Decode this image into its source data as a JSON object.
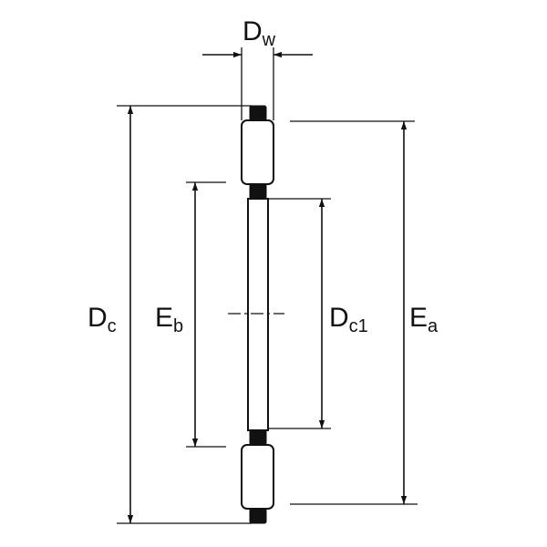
{
  "labels": {
    "dw": {
      "main": "D",
      "sub": "w"
    },
    "dc": {
      "main": "D",
      "sub": "c"
    },
    "eb": {
      "main": "E",
      "sub": "b"
    },
    "dc1": {
      "main": "D",
      "sub": "c1"
    },
    "ea": {
      "main": "E",
      "sub": "a"
    }
  },
  "colors": {
    "line": "#111111",
    "background": "#ffffff"
  }
}
